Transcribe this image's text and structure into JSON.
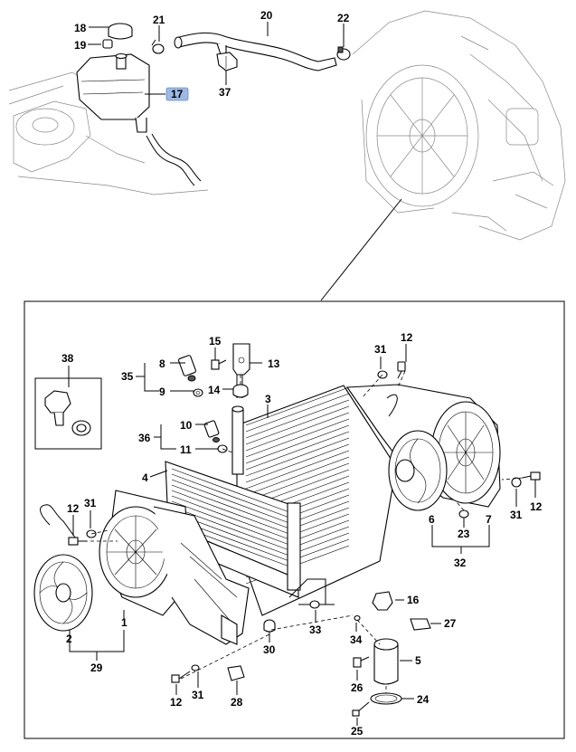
{
  "diagram": {
    "highlight_color": "#9db8e3",
    "callouts_top": [
      {
        "id": "c18",
        "label": "18"
      },
      {
        "id": "c19",
        "label": "19"
      },
      {
        "id": "c21",
        "label": "21"
      },
      {
        "id": "c20",
        "label": "20"
      },
      {
        "id": "c22",
        "label": "22"
      },
      {
        "id": "c17",
        "label": "17",
        "highlighted": true
      },
      {
        "id": "c37",
        "label": "37"
      }
    ],
    "callouts_inset": [
      {
        "id": "c38",
        "label": "38"
      },
      {
        "id": "c35",
        "label": "35"
      },
      {
        "id": "c8",
        "label": "8"
      },
      {
        "id": "c9",
        "label": "9"
      },
      {
        "id": "c15",
        "label": "15"
      },
      {
        "id": "c13",
        "label": "13"
      },
      {
        "id": "c14",
        "label": "14"
      },
      {
        "id": "c3",
        "label": "3"
      },
      {
        "id": "c31a",
        "label": "31"
      },
      {
        "id": "c12a",
        "label": "12"
      },
      {
        "id": "c36",
        "label": "36"
      },
      {
        "id": "c10",
        "label": "10"
      },
      {
        "id": "c11",
        "label": "11"
      },
      {
        "id": "c4",
        "label": "4"
      },
      {
        "id": "c12b",
        "label": "12"
      },
      {
        "id": "c31b",
        "label": "31"
      },
      {
        "id": "c6",
        "label": "6"
      },
      {
        "id": "c23",
        "label": "23"
      },
      {
        "id": "c7",
        "label": "7"
      },
      {
        "id": "c31c",
        "label": "31"
      },
      {
        "id": "c12c",
        "label": "12"
      },
      {
        "id": "c32",
        "label": "32"
      },
      {
        "id": "c16",
        "label": "16"
      },
      {
        "id": "c1",
        "label": "1"
      },
      {
        "id": "c2",
        "label": "2"
      },
      {
        "id": "c29",
        "label": "29"
      },
      {
        "id": "c33",
        "label": "33"
      },
      {
        "id": "c30",
        "label": "30"
      },
      {
        "id": "c34",
        "label": "34"
      },
      {
        "id": "c27",
        "label": "27"
      },
      {
        "id": "c5",
        "label": "5"
      },
      {
        "id": "c26",
        "label": "26"
      },
      {
        "id": "c24",
        "label": "24"
      },
      {
        "id": "c25",
        "label": "25"
      },
      {
        "id": "c12d",
        "label": "12"
      },
      {
        "id": "c31d",
        "label": "31"
      },
      {
        "id": "c28",
        "label": "28"
      }
    ]
  }
}
